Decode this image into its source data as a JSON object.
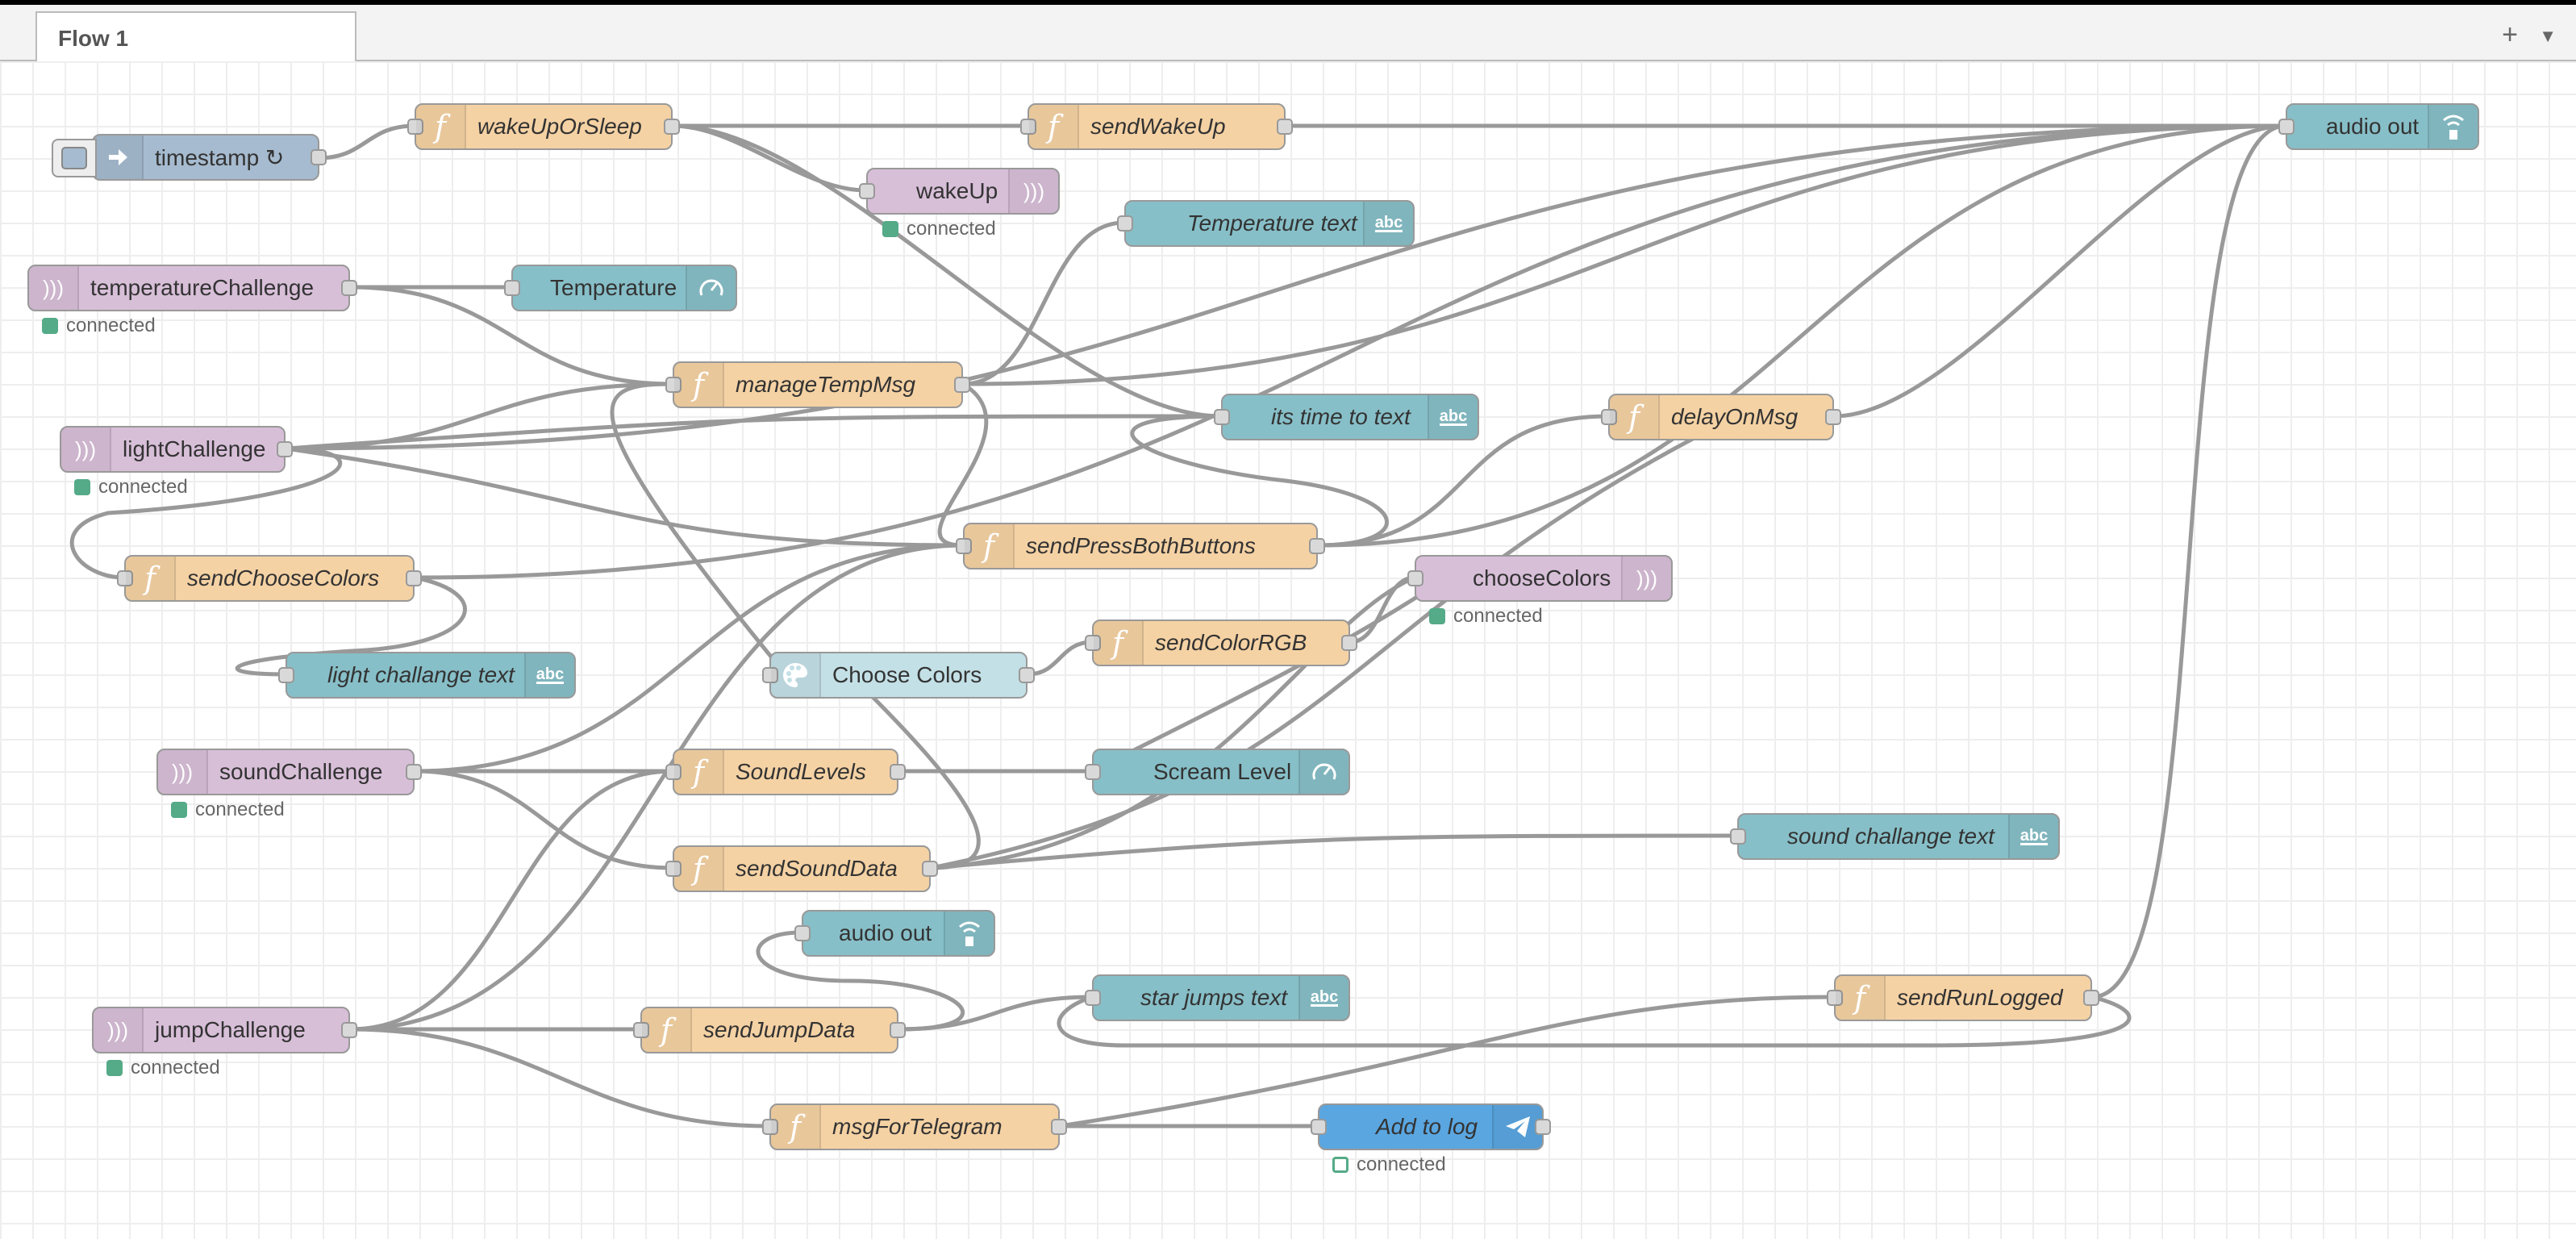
{
  "tabs": [
    {
      "label": "Flow 1"
    }
  ],
  "tabbar": {
    "add_icon": "plus-icon",
    "menu_icon": "chevron-down-icon"
  },
  "status_text": "connected",
  "nodes": {
    "timestamp": {
      "label": "timestamp ↻",
      "type": "inject"
    },
    "wakeUpOrSleep": {
      "label": "wakeUpOrSleep",
      "type": "function"
    },
    "sendWakeUp": {
      "label": "sendWakeUp",
      "type": "function"
    },
    "audio_out_1": {
      "label": "audio out",
      "type": "audio"
    },
    "wakeUp": {
      "label": "wakeUp",
      "type": "mqtt"
    },
    "temperature_text": {
      "label": "Temperature text",
      "type": "text"
    },
    "temperatureChallenge": {
      "label": "temperatureChallenge",
      "type": "mqtt"
    },
    "temperature_gauge": {
      "label": "Temperature",
      "type": "gauge"
    },
    "manageTempMsg": {
      "label": "manageTempMsg",
      "type": "function"
    },
    "its_time_to_text": {
      "label": "its time to text",
      "type": "text"
    },
    "delayOnMsg": {
      "label": "delayOnMsg",
      "type": "function"
    },
    "lightChallenge": {
      "label": "lightChallenge",
      "type": "mqtt"
    },
    "sendPressBothButtons": {
      "label": "sendPressBothButtons",
      "type": "function"
    },
    "sendChooseColors": {
      "label": "sendChooseColors",
      "type": "function"
    },
    "chooseColors": {
      "label": "chooseColors",
      "type": "mqtt"
    },
    "light_challange_text": {
      "label": "light challange text",
      "type": "text"
    },
    "choose_colors_picker": {
      "label": "Choose Colors",
      "type": "colour"
    },
    "sendColorRGB": {
      "label": "sendColorRGB",
      "type": "function"
    },
    "soundChallenge": {
      "label": "soundChallenge",
      "type": "mqtt"
    },
    "SoundLevels": {
      "label": "SoundLevels",
      "type": "function"
    },
    "scream_level": {
      "label": "Scream Level",
      "type": "gauge"
    },
    "sendSoundData": {
      "label": "sendSoundData",
      "type": "function"
    },
    "sound_challange_text": {
      "label": "sound challange text",
      "type": "text"
    },
    "audio_out_2": {
      "label": "audio out",
      "type": "audio"
    },
    "jumpChallenge": {
      "label": "jumpChallenge",
      "type": "mqtt"
    },
    "sendJumpData": {
      "label": "sendJumpData",
      "type": "function"
    },
    "star_jumps_text": {
      "label": "star jumps text",
      "type": "text"
    },
    "sendRunLogged": {
      "label": "sendRunLogged",
      "type": "function"
    },
    "msgForTelegram": {
      "label": "msgForTelegram",
      "type": "function"
    },
    "add_to_log": {
      "label": "Add to log",
      "type": "telegram"
    }
  },
  "colors": {
    "function": "#f5d2a4",
    "mqtt": "#d8bfd8",
    "dashboard": "#87bfc8",
    "inject": "#a6bbcf",
    "telegram": "#5aa6e0",
    "status_connected": "#55aa88",
    "wire": "#999999"
  }
}
